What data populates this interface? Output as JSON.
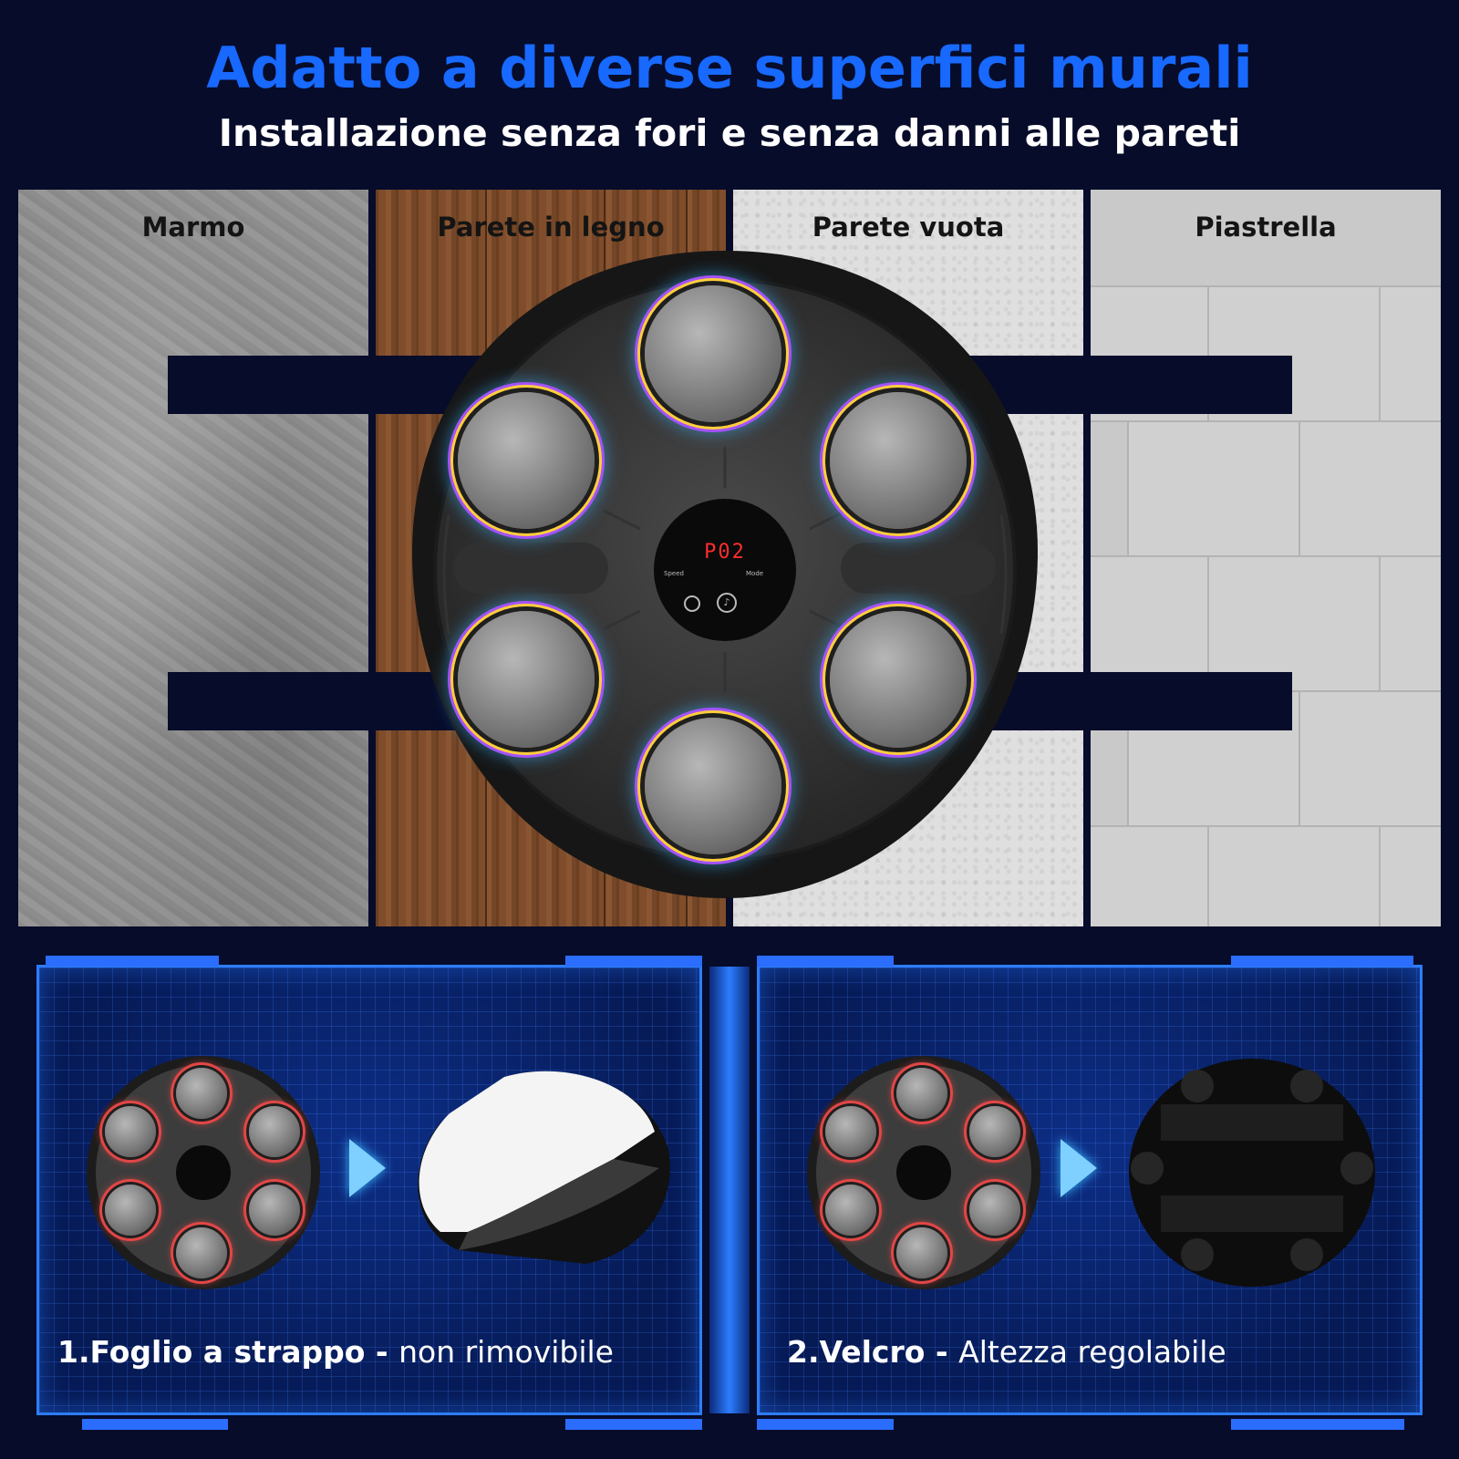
{
  "header": {
    "title": "Adatto a diverse superfici murali",
    "subtitle": "Installazione senza fori e senza danni alle pareti"
  },
  "surfaces": [
    {
      "label": "Marmo"
    },
    {
      "label": "Parete in legno"
    },
    {
      "label": "Parete vuota"
    },
    {
      "label": "Piastrella"
    }
  ],
  "product": {
    "display_readout": "P02",
    "buttons": [
      "Speed",
      "Mode"
    ]
  },
  "methods": [
    {
      "title": "1.Foglio a strappo",
      "separator": " - ",
      "detail": "non rimovibile"
    },
    {
      "title": "2.Velcro",
      "separator": " - ",
      "detail": "Altezza regolabile"
    }
  ],
  "colors": {
    "accent": "#1769ff",
    "background": "#070c2a",
    "frame": "#2d7dff"
  }
}
